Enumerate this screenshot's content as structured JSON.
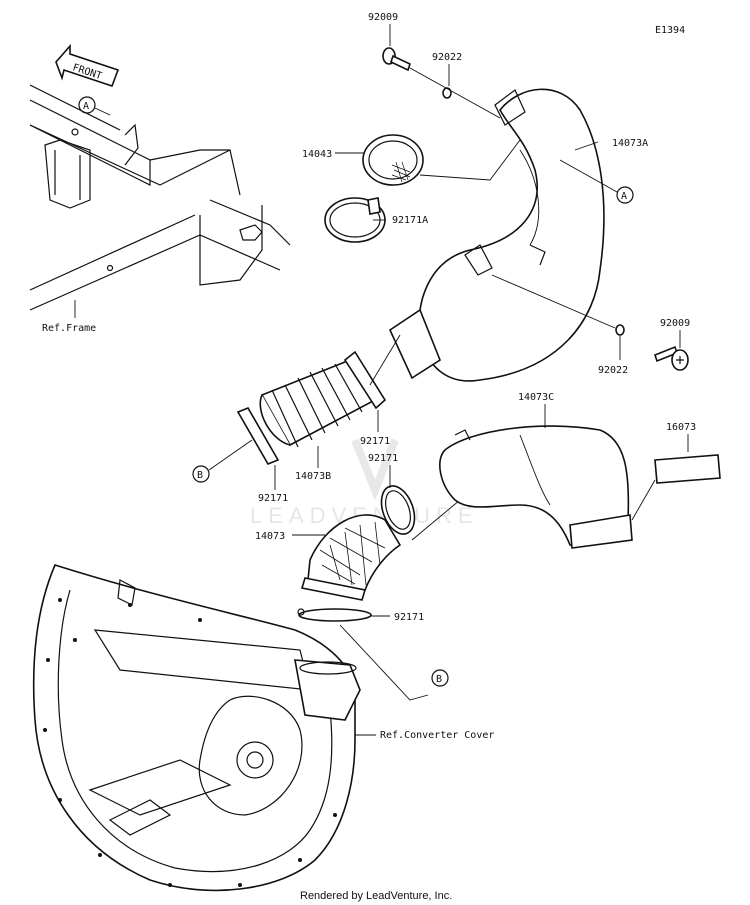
{
  "diagram_code": "E1394",
  "front_marker": "FRONT",
  "callouts": {
    "A1": "A",
    "A2": "A",
    "B1": "B",
    "B2": "B"
  },
  "labels": {
    "bolt_top": "92009",
    "washer_top": "92022",
    "cover_14043": "14043",
    "clamp_92171A": "92171A",
    "duct_14073A": "14073A",
    "bolt_right": "92009",
    "washer_right": "92022",
    "boot_14073B": "14073B",
    "clamp_upper": "92171",
    "clamp_left": "92171",
    "clamp_mid": "92171",
    "duct_14073C": "14073C",
    "pad_16073": "16073",
    "duct_14073": "14073",
    "clamp_lower": "92171",
    "ref_frame": "Ref.Frame",
    "ref_converter": "Ref.Converter Cover"
  },
  "watermark": "LEADVENTURE",
  "footer": "Rendered by LeadVenture, Inc."
}
